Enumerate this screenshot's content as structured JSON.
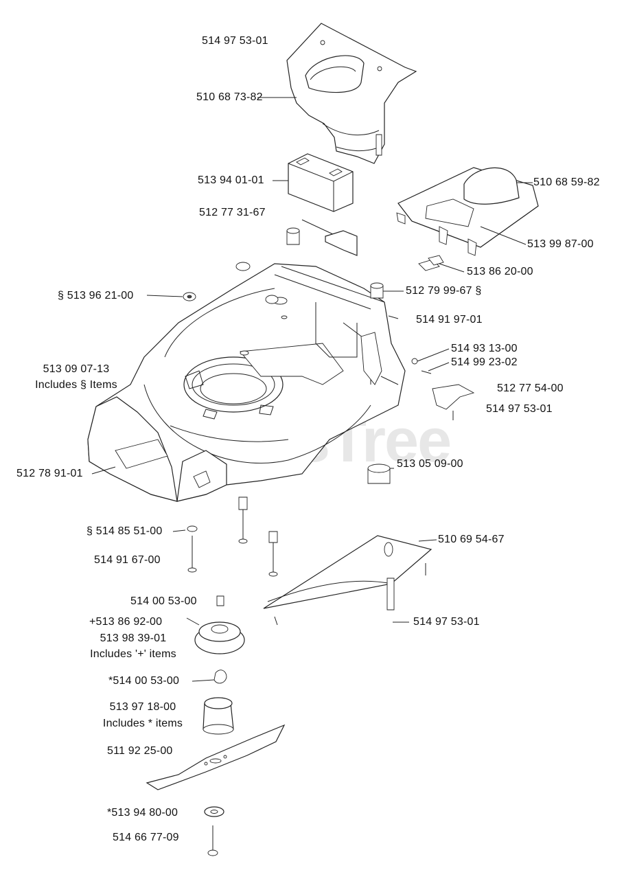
{
  "watermark": "PartsTree",
  "labels": [
    {
      "id": "l01",
      "text": "514 97 53-01"
    },
    {
      "id": "l02",
      "text": "510 68 73-82"
    },
    {
      "id": "l03",
      "text": "513 94 01-01"
    },
    {
      "id": "l04",
      "text": "510 68 59-82"
    },
    {
      "id": "l05",
      "text": "512 77 31-67"
    },
    {
      "id": "l06",
      "text": "513 99 87-00"
    },
    {
      "id": "l07",
      "text": "513 86 20-00"
    },
    {
      "id": "l08",
      "text": "§ 513 96 21-00"
    },
    {
      "id": "l09",
      "text": "512 79 99-67 §"
    },
    {
      "id": "l10",
      "text": "514 91 97-01"
    },
    {
      "id": "l11",
      "text": "514 93 13-00"
    },
    {
      "id": "l12",
      "text": "514 99 23-02"
    },
    {
      "id": "l13",
      "text": "513 09 07-13"
    },
    {
      "id": "l14",
      "text": "Includes § Items"
    },
    {
      "id": "l15",
      "text": "512 77 54-00"
    },
    {
      "id": "l16",
      "text": "514 97 53-01"
    },
    {
      "id": "l17",
      "text": "512 78 91-01"
    },
    {
      "id": "l18",
      "text": "513 05 09-00"
    },
    {
      "id": "l19",
      "text": "§ 514 85 51-00"
    },
    {
      "id": "l20",
      "text": "510 69 54-67"
    },
    {
      "id": "l21",
      "text": "514 91 67-00"
    },
    {
      "id": "l22",
      "text": "514 00 53-00"
    },
    {
      "id": "l23",
      "text": "+513 86 92-00"
    },
    {
      "id": "l24",
      "text": "514 97 53-01"
    },
    {
      "id": "l25",
      "text": "513 98 39-01"
    },
    {
      "id": "l26",
      "text": "Includes '+' items"
    },
    {
      "id": "l27",
      "text": "*514 00 53-00"
    },
    {
      "id": "l28",
      "text": "513 97 18-00"
    },
    {
      "id": "l29",
      "text": "Includes  *  items"
    },
    {
      "id": "l30",
      "text": "511 92 25-00"
    },
    {
      "id": "l31",
      "text": "*513 94 80-00"
    },
    {
      "id": "l32",
      "text": "514 66 77-09"
    }
  ]
}
